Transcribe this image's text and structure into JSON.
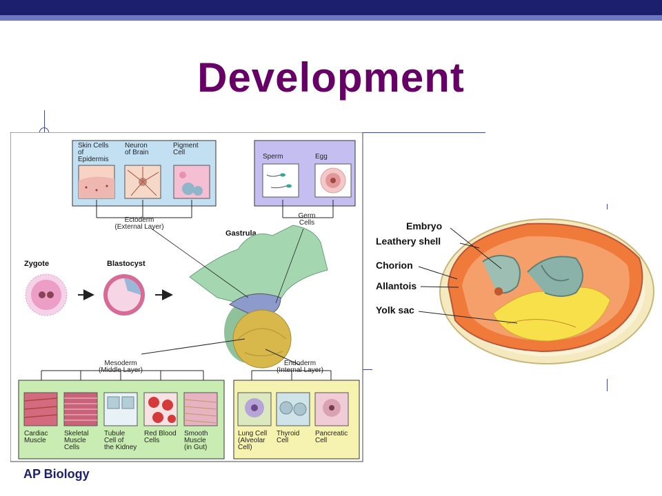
{
  "slide": {
    "title": "Development",
    "footer": "AP Biology"
  },
  "embryo_diagram": {
    "ectoderm_cells": [
      "Skin Cells\nof\nEpidermis",
      "Neuron\nof Brain",
      "Pigment\nCell"
    ],
    "germ_cells": [
      "Sperm",
      "Egg"
    ],
    "ectoderm_label": [
      "Ectoderm",
      "(External Layer)"
    ],
    "germ_label": [
      "Germ",
      "Cells"
    ],
    "gastrula": "Gastrula",
    "zygote": "Zygote",
    "blastocyst": "Blastocyst",
    "mesoderm_label": [
      "Mesoderm",
      "(Middle Layer)"
    ],
    "endoderm_label": [
      "Endoderm",
      "(Internal Layer)"
    ],
    "mesoderm_cells": [
      "Cardiac\nMuscle",
      "Skeletal\nMuscle\nCells",
      "Tubule\nCell of\nthe Kidney",
      "Red Blood\nCells",
      "Smooth\nMuscle\n(in Gut)"
    ],
    "endoderm_cells": [
      "Lung Cell\n(Alveolar\nCell)",
      "Thyroid\nCell",
      "Pancreatic\nCell"
    ]
  },
  "egg_diagram": {
    "labels": [
      "Embryo",
      "Leathery shell",
      "Chorion",
      "Allantois",
      "Yolk sac"
    ]
  }
}
